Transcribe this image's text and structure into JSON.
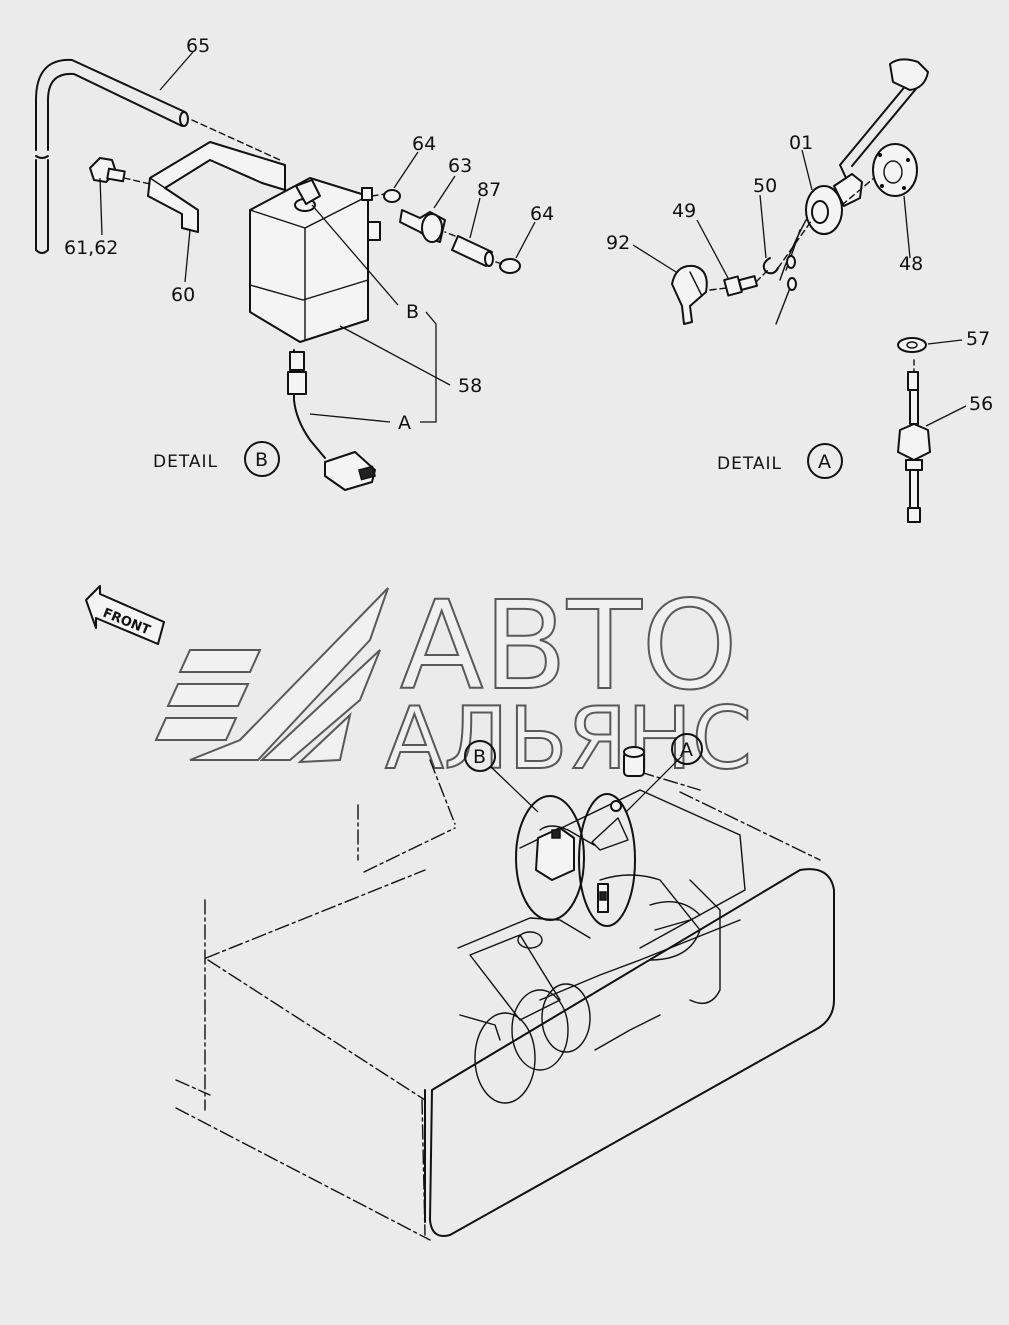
{
  "watermark": {
    "line1": "АВТО",
    "line2": "АЛЬЯНС"
  },
  "direction_arrow": {
    "label": "FRONT"
  },
  "detail_b": {
    "title": "DETAIL",
    "marker": "B",
    "view_letter_a": "A",
    "view_letter_b": "B",
    "callouts": {
      "p65": "65",
      "p64a": "64",
      "p63": "63",
      "p87": "87",
      "p64b": "64",
      "p6162": "61,62",
      "p60": "60",
      "p58": "58"
    }
  },
  "detail_a": {
    "title": "DETAIL",
    "marker": "A",
    "callouts": {
      "p01": "01",
      "p50": "50",
      "p49": "49",
      "p92": "92",
      "p48": "48",
      "p57": "57",
      "p56": "56"
    }
  },
  "overview": {
    "marker_b": "B",
    "marker_a": "A"
  },
  "colors": {
    "background": "#ebebeb",
    "ink": "#111111"
  }
}
